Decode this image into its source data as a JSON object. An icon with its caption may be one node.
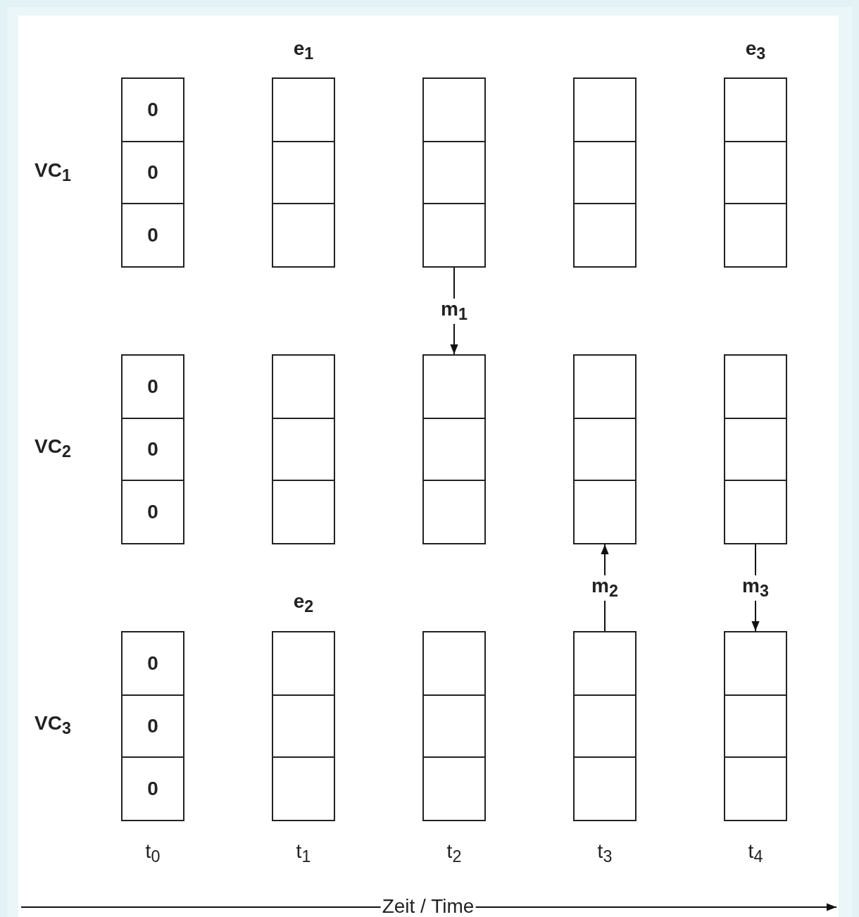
{
  "diagram": {
    "nodes": [
      {
        "text": [],
        "shape": "box"
      },
      {
        "text": [
          "0"
        ],
        "in": 0
      },
      {
        "text": [
          "0"
        ],
        "in": 0
      },
      {
        "text": [
          "0"
        ],
        "in": 0
      },
      {
        "text": [],
        "shape": "box"
      },
      {
        "text": [],
        "shape": "box",
        "in": 4
      },
      {
        "text": [],
        "shape": "box",
        "in": 4
      },
      {
        "text": [],
        "shape": "box",
        "in": 4
      },
      {
        "text": [],
        "shape": "box"
      },
      {
        "text": [],
        "shape": "box",
        "in": 8
      },
      {
        "text": [],
        "shape": "box",
        "in": 8
      },
      {
        "text": [],
        "shape": "box",
        "in": 8
      },
      {
        "text": [],
        "shape": "box"
      },
      {
        "text": [],
        "shape": "box",
        "in": 12
      },
      {
        "text": [],
        "shape": "box",
        "in": 12
      },
      {
        "text": [],
        "shape": "box",
        "in": 12
      },
      {
        "text": [],
        "shape": "box"
      },
      {
        "text": [],
        "shape": "box",
        "in": 16
      },
      {
        "text": [],
        "shape": "box",
        "in": 16
      },
      {
        "text": [],
        "shape": "box",
        "in": 16
      },
      {
        "text": [],
        "shape": "box"
      },
      {
        "text": [
          "0"
        ],
        "in": 20
      },
      {
        "text": [
          "0"
        ],
        "in": 20
      },
      {
        "text": [
          "0"
        ],
        "in": 20
      },
      {
        "text": [],
        "shape": "box"
      },
      {
        "text": [],
        "shape": "box",
        "in": 24
      },
      {
        "text": [],
        "shape": "box",
        "in": 24
      },
      {
        "text": [],
        "shape": "box",
        "in": 24
      },
      {
        "text": [],
        "shape": "box"
      },
      {
        "text": [],
        "shape": "box",
        "in": 28
      },
      {
        "text": [],
        "shape": "box",
        "in": 28
      },
      {
        "text": [],
        "shape": "box",
        "in": 28
      },
      {
        "text": [],
        "shape": "box"
      },
      {
        "text": [],
        "shape": "box",
        "in": 32
      },
      {
        "text": [],
        "shape": "box",
        "in": 32
      },
      {
        "text": [],
        "shape": "box",
        "in": 32
      },
      {
        "text": [],
        "shape": "box"
      },
      {
        "text": [],
        "shape": "box",
        "in": 36
      },
      {
        "text": [],
        "shape": "box",
        "in": 36
      },
      {
        "text": [],
        "shape": "box",
        "in": 36
      },
      {
        "text": [],
        "shape": "box"
      },
      {
        "text": [
          "0"
        ],
        "in": 40
      },
      {
        "text": [
          "0"
        ],
        "in": 40
      },
      {
        "text": [
          "0"
        ],
        "in": 40
      },
      {
        "text": [],
        "shape": "box"
      },
      {
        "text": [],
        "shape": "box",
        "in": 44
      },
      {
        "text": [],
        "shape": "box",
        "in": 44
      },
      {
        "text": [],
        "shape": "box",
        "in": 44
      },
      {
        "text": [],
        "shape": "box"
      },
      {
        "text": [],
        "shape": "box",
        "in": 48
      },
      {
        "text": [],
        "shape": "box",
        "in": 48
      },
      {
        "text": [],
        "shape": "box",
        "in": 48
      },
      {
        "text": [],
        "shape": "box"
      },
      {
        "text": [],
        "shape": "box",
        "in": 52
      },
      {
        "text": [],
        "shape": "box",
        "in": 52
      },
      {
        "text": [],
        "shape": "box",
        "in": 52
      },
      {
        "text": [],
        "shape": "box"
      },
      {
        "text": [],
        "shape": "box",
        "in": 56
      },
      {
        "text": [],
        "shape": "box",
        "in": 56
      },
      {
        "text": [],
        "shape": "box",
        "in": 56
      }
    ],
    "edges": [
      {
        "from": 8,
        "to": 28,
        "arrow": "to",
        "label": "m$_{1}$"
      },
      {
        "from": 52,
        "to": 32,
        "arrow": "to",
        "label": "m$_{2}$"
      },
      {
        "from": 36,
        "to": 56,
        "arrow": "to",
        "label": "m$_{3}$"
      }
    ],
    "labels": [
      "e$_{1}$",
      "e$_{3}$",
      "VC$_{1}$",
      "VC$_{2}$",
      "e$_{2}$",
      "VC$_{3}$",
      "t$_{0}$",
      "t$_{1}$",
      "t$_{2}$",
      "t$_{3}$",
      "t$_{4}$",
      "Zeit / Time"
    ]
  }
}
